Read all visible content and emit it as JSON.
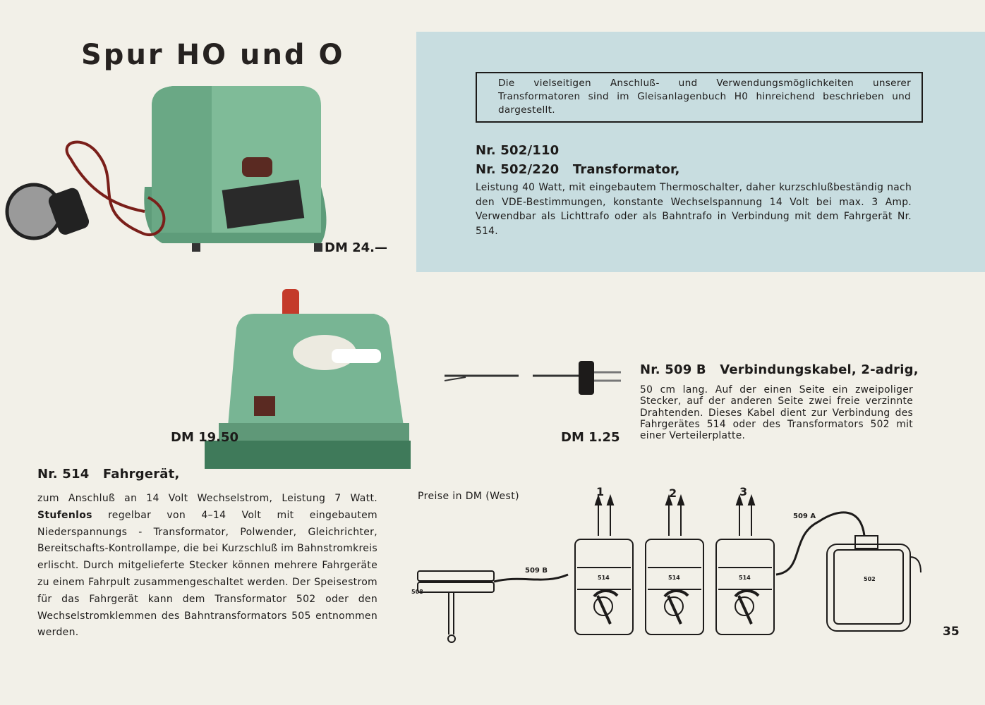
{
  "title": "Spur HO und O",
  "note": "Die vielseitigen Anschluß- und Verwendungsmöglichkeiten unserer Transformatoren sind im Gleisanlagenbuch H0 hinreichend beschrieben und dargestellt.",
  "transformator": {
    "nr1": "Nr. 502/110",
    "nr2": "Nr. 502/220",
    "name": "Transformator,",
    "text": "Leistung 40 Watt, mit eingebautem Thermoschalter, daher kurzschlußbeständig nach den VDE-Bestimmungen, konstante Wechselspannung 14 Volt bei max. 3 Amp. Verwendbar als Lichttrafo oder als Bahntrafo in Verbindung mit dem Fahrgerät Nr. 514.",
    "price": "DM 24.—"
  },
  "fahrgeraet": {
    "nr": "Nr. 514",
    "name": "Fahrgerät,",
    "text_lead": "zum Anschluß an 14 Volt Wechselstrom, Leistung 7 Watt.",
    "text_bold": "Stufenlos",
    "text": "regelbar von 4–14 Volt mit eingebautem Niederspannungs - Transformator, Polwender, Gleichrichter, Bereitschafts-Kontrollampe, die bei Kurzschluß im Bahnstromkreis erlischt. Durch mitgelieferte Stecker können mehrere Fahrgeräte zu einem Fahrpult zusammengeschaltet werden. Der Speisestrom für das Fahrgerät kann dem Transformator 502 oder den Wechselstromklemmen des Bahntransformators 505 entnommen werden.",
    "price": "DM 19.50"
  },
  "kabel": {
    "nr": "Nr. 509 B",
    "name": "Verbindungskabel, 2-adrig,",
    "text": "50 cm lang. Auf der einen Seite ein zweipoliger Stecker, auf der anderen Seite zwei freie verzinnte Drahtenden. Dieses Kabel dient zur Verbindung des Fahrgerätes 514 oder des Transformators 502 mit einer Verteilerplatte.",
    "price": "DM 1.25"
  },
  "prices_note": "Preise in DM (West)",
  "diagram": {
    "outputs": [
      "1",
      "2",
      "3"
    ],
    "device_label": "514",
    "cable_b": "509 B",
    "cable_a": "509 A",
    "plate": "508",
    "transformer": "502"
  },
  "page_number": "35"
}
